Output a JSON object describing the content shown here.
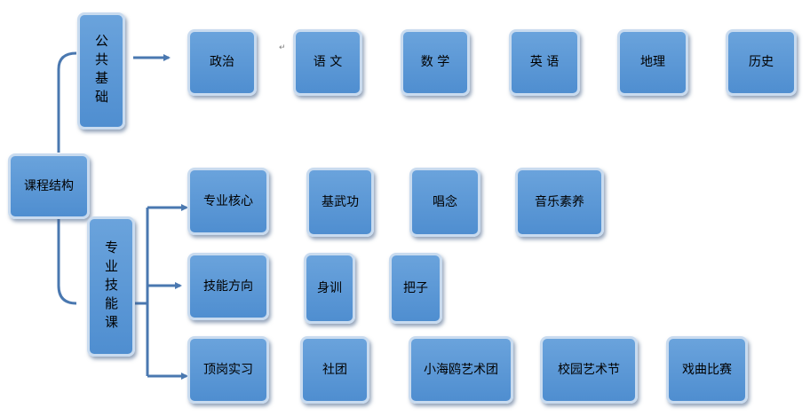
{
  "root": {
    "label": "课程结构"
  },
  "branches": [
    {
      "label": "公共基础",
      "rows": [
        {
          "items": [
            "政治",
            "语 文",
            "数 学",
            "英 语",
            "地理",
            "历史"
          ]
        }
      ]
    },
    {
      "label": "专业技能课",
      "rows": [
        {
          "category": "专业核心",
          "items": [
            "基武功",
            "唱念",
            "音乐素养"
          ]
        },
        {
          "category": "技能方向",
          "items": [
            "身训",
            "把子"
          ]
        },
        {
          "category": "顶岗实习",
          "items": [
            "社团",
            "小海鸥艺术团",
            "校园艺术节",
            "戏曲比赛"
          ]
        }
      ]
    }
  ],
  "paragraph_mark": "↵",
  "colors": {
    "box_fill": "#5b9bd5",
    "box_border": "#c9dbef",
    "connector": "#4a78b0"
  }
}
